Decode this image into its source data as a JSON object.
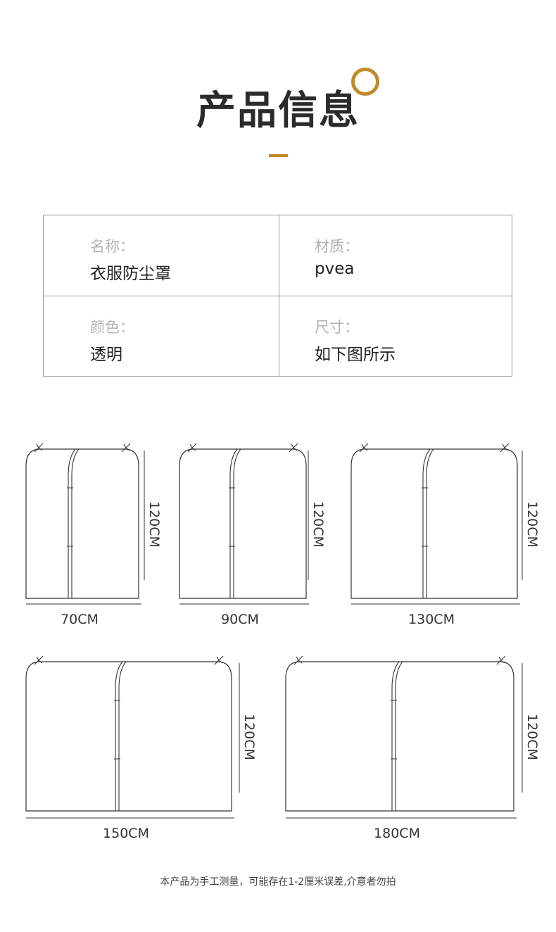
{
  "header": {
    "title": "产品信息"
  },
  "colors": {
    "accent": "#c08a2b",
    "line": "#333333",
    "table_border": "#9a9a9a"
  },
  "info": {
    "name_label": "名称：",
    "name_value": "衣服防尘罩",
    "material_label": "材质：",
    "material_value": "pvea",
    "color_label": "颜色：",
    "color_value": "透明",
    "size_label": "尺寸：",
    "size_value": "如下图所示"
  },
  "sizes": [
    {
      "width": "70CM",
      "height": "120CM"
    },
    {
      "width": "90CM",
      "height": "120CM"
    },
    {
      "width": "130CM",
      "height": "120CM"
    },
    {
      "width": "150CM",
      "height": "120CM"
    },
    {
      "width": "180CM",
      "height": "120CM"
    }
  ],
  "footer": {
    "note": "本产品为手工测量，可能存在1-2厘米误差,介意者勿拍"
  }
}
